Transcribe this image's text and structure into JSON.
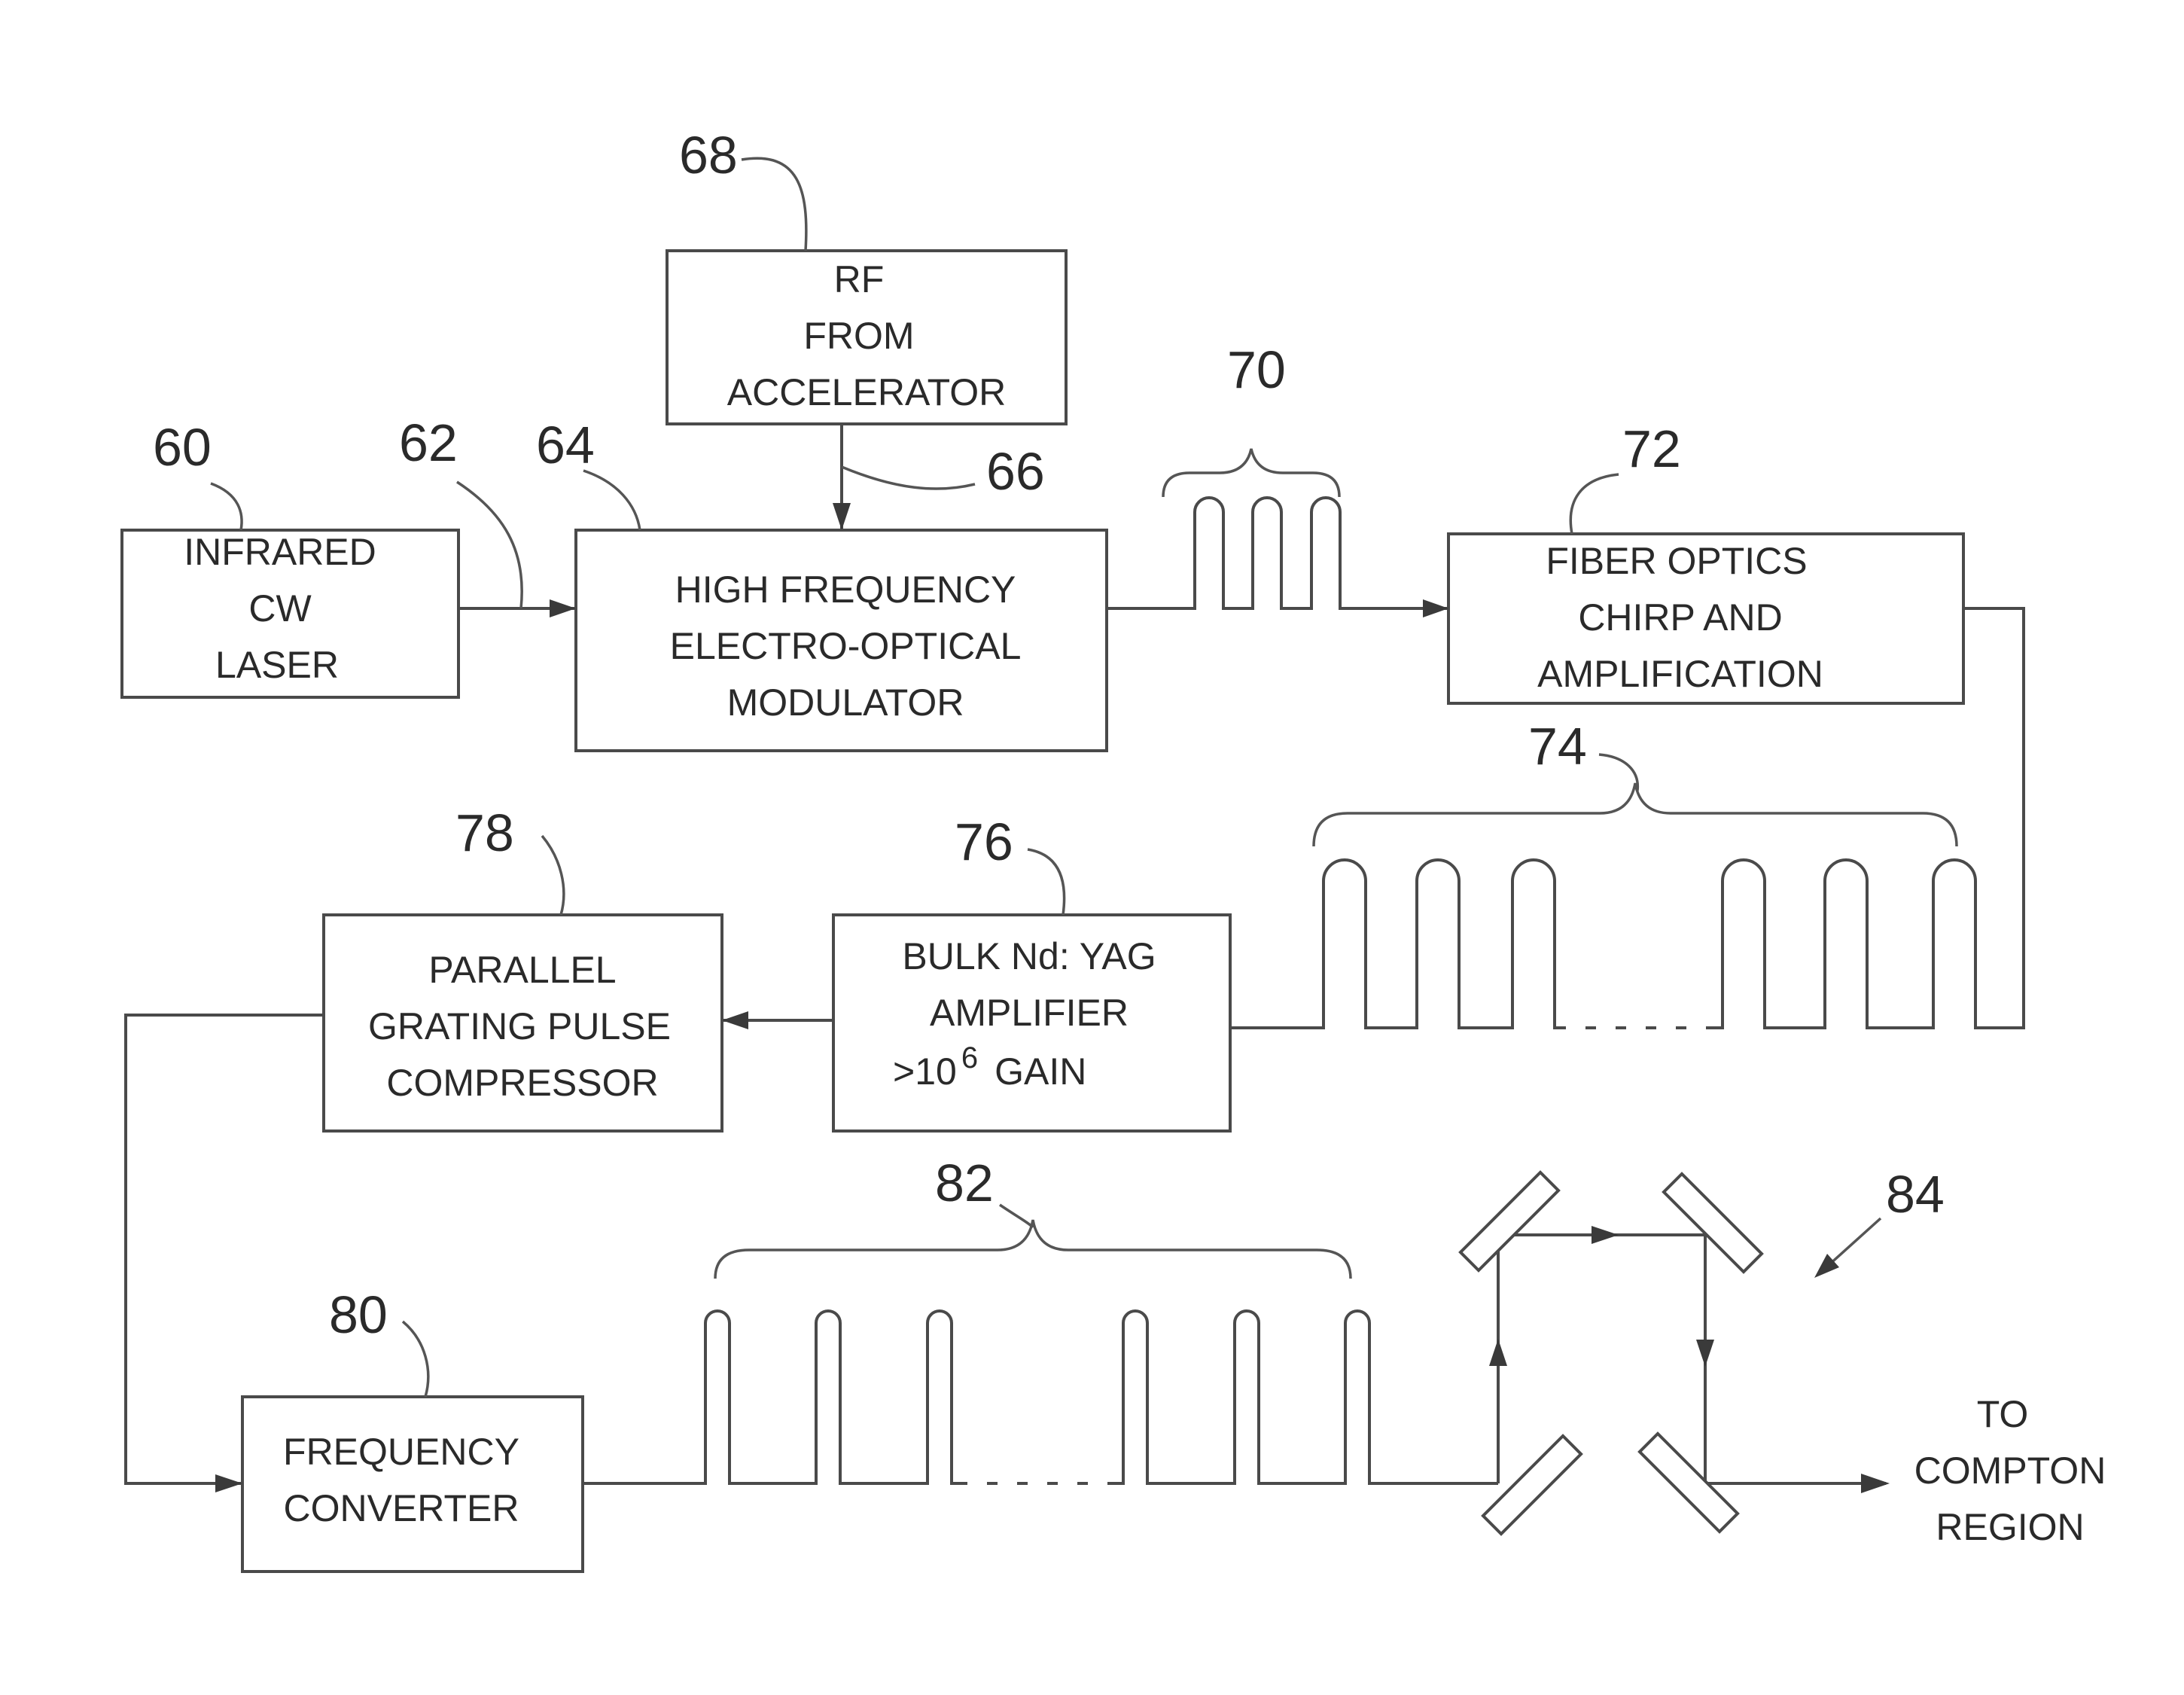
{
  "blocks": {
    "laser": {
      "lines": [
        "INFRARED",
        "CW",
        "LASER"
      ]
    },
    "rf": {
      "lines": [
        "RF",
        "FROM",
        "ACCELERATOR"
      ]
    },
    "modulator": {
      "lines": [
        "HIGH FREQUENCY",
        "ELECTRO-OPTICAL",
        "MODULATOR"
      ]
    },
    "fiber": {
      "lines": [
        "FIBER OPTICS",
        "CHIRP AND",
        "AMPLIFICATION"
      ]
    },
    "amplifier": {
      "lines": [
        "BULK Nd: YAG",
        "AMPLIFIER"
      ],
      "gain_prefix": ">10",
      "gain_exp": "6",
      "gain_suffix": "GAIN"
    },
    "compressor": {
      "lines": [
        "PARALLEL",
        "GRATING PULSE",
        "COMPRESSOR"
      ]
    },
    "converter": {
      "lines": [
        "FREQUENCY",
        "CONVERTER"
      ]
    }
  },
  "output_label": {
    "lines": [
      "TO",
      "COMPTON",
      "REGION"
    ]
  },
  "refs": {
    "r60": "60",
    "r62": "62",
    "r64": "64",
    "r66": "66",
    "r68": "68",
    "r70": "70",
    "r72": "72",
    "r74": "74",
    "r76": "76",
    "r78": "78",
    "r80": "80",
    "r82": "82",
    "r84": "84"
  }
}
